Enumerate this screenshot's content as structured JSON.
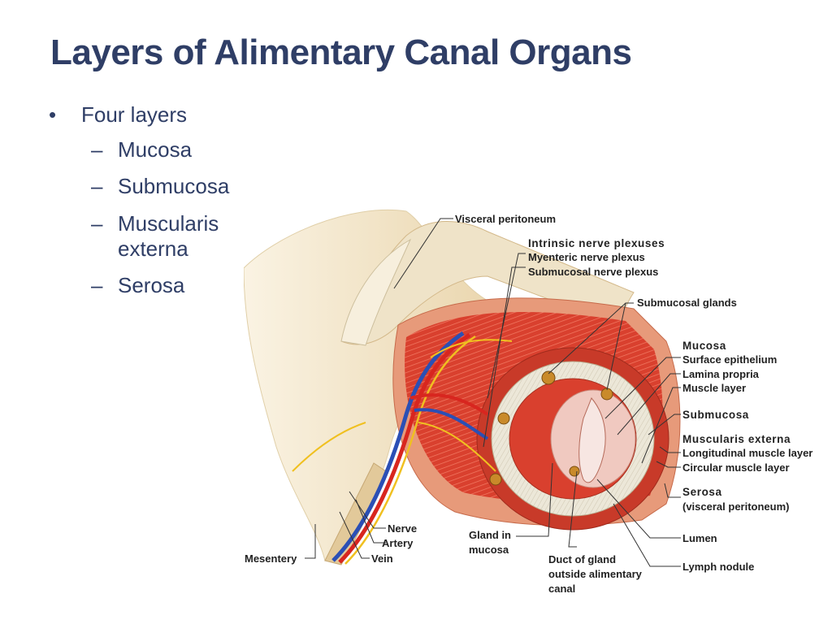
{
  "slide": {
    "title": "Layers of Alimentary Canal Organs",
    "bullet": "Four layers",
    "sub_items": [
      "Mucosa",
      "Submucosa",
      "Muscularis externa",
      "Serosa"
    ],
    "bullet_symbol": "•",
    "dash_symbol": "–"
  },
  "diagram_labels": {
    "visceral_peritoneum": "Visceral peritoneum",
    "intrinsic_nerve_plexuses": "Intrinsic nerve plexuses",
    "myenteric_nerve_plexus": "Myenteric nerve plexus",
    "submucosal_nerve_plexus": "Submucosal nerve plexus",
    "submucosal_glands": "Submucosal glands",
    "mucosa": "Mucosa",
    "surface_epithelium": "Surface epithelium",
    "lamina_propria": "Lamina propria",
    "muscle_layer": "Muscle layer",
    "submucosa": "Submucosa",
    "muscularis_externa": "Muscularis externa",
    "longitudinal_muscle_layer": "Longitudinal muscle layer",
    "circular_muscle_layer": "Circular muscle layer",
    "serosa": "Serosa",
    "visceral_peritoneum_paren": "(visceral peritoneum)",
    "lumen": "Lumen",
    "lymph_nodule": "Lymph nodule",
    "duct_line1": "Duct of gland",
    "duct_line2": "outside alimentary",
    "duct_line3": "canal",
    "gland_line1": "Gland in",
    "gland_line2": "mucosa",
    "nerve": "Nerve",
    "artery": "Artery",
    "vein": "Vein",
    "mesentery": "Mesentery"
  },
  "colors": {
    "title": "#2f3e66",
    "muscle": "#d9402e",
    "muscle_light": "#e8705a",
    "submucosa": "#ece7d8",
    "mesentery": "#f2e3c4",
    "artery": "#d8261f",
    "vein": "#2b4fb5",
    "nerve": "#f0c020"
  }
}
